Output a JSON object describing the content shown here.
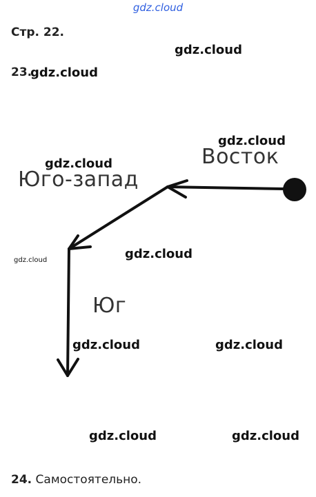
{
  "header": {
    "watermark": "gdz.cloud"
  },
  "page_label": "Стр. 22.",
  "task23": {
    "number": "23."
  },
  "diagram": {
    "labels": {
      "east": "Восток",
      "southwest": "Юго-запад",
      "south": "Юг"
    }
  },
  "watermarks": {
    "w1": "gdz.cloud",
    "w2": "gdz.cloud",
    "w3": "gdz.cloud",
    "w4": "gdz.cloud",
    "w5": "gdz.cloud",
    "w6": "gdz.cloud",
    "w7": "gdz.cloud",
    "w8": "gdz.cloud",
    "w9": "gdz.cloud",
    "w10": "gdz.cloud"
  },
  "task24": {
    "number": "24.",
    "text": "Самостоятельно."
  }
}
